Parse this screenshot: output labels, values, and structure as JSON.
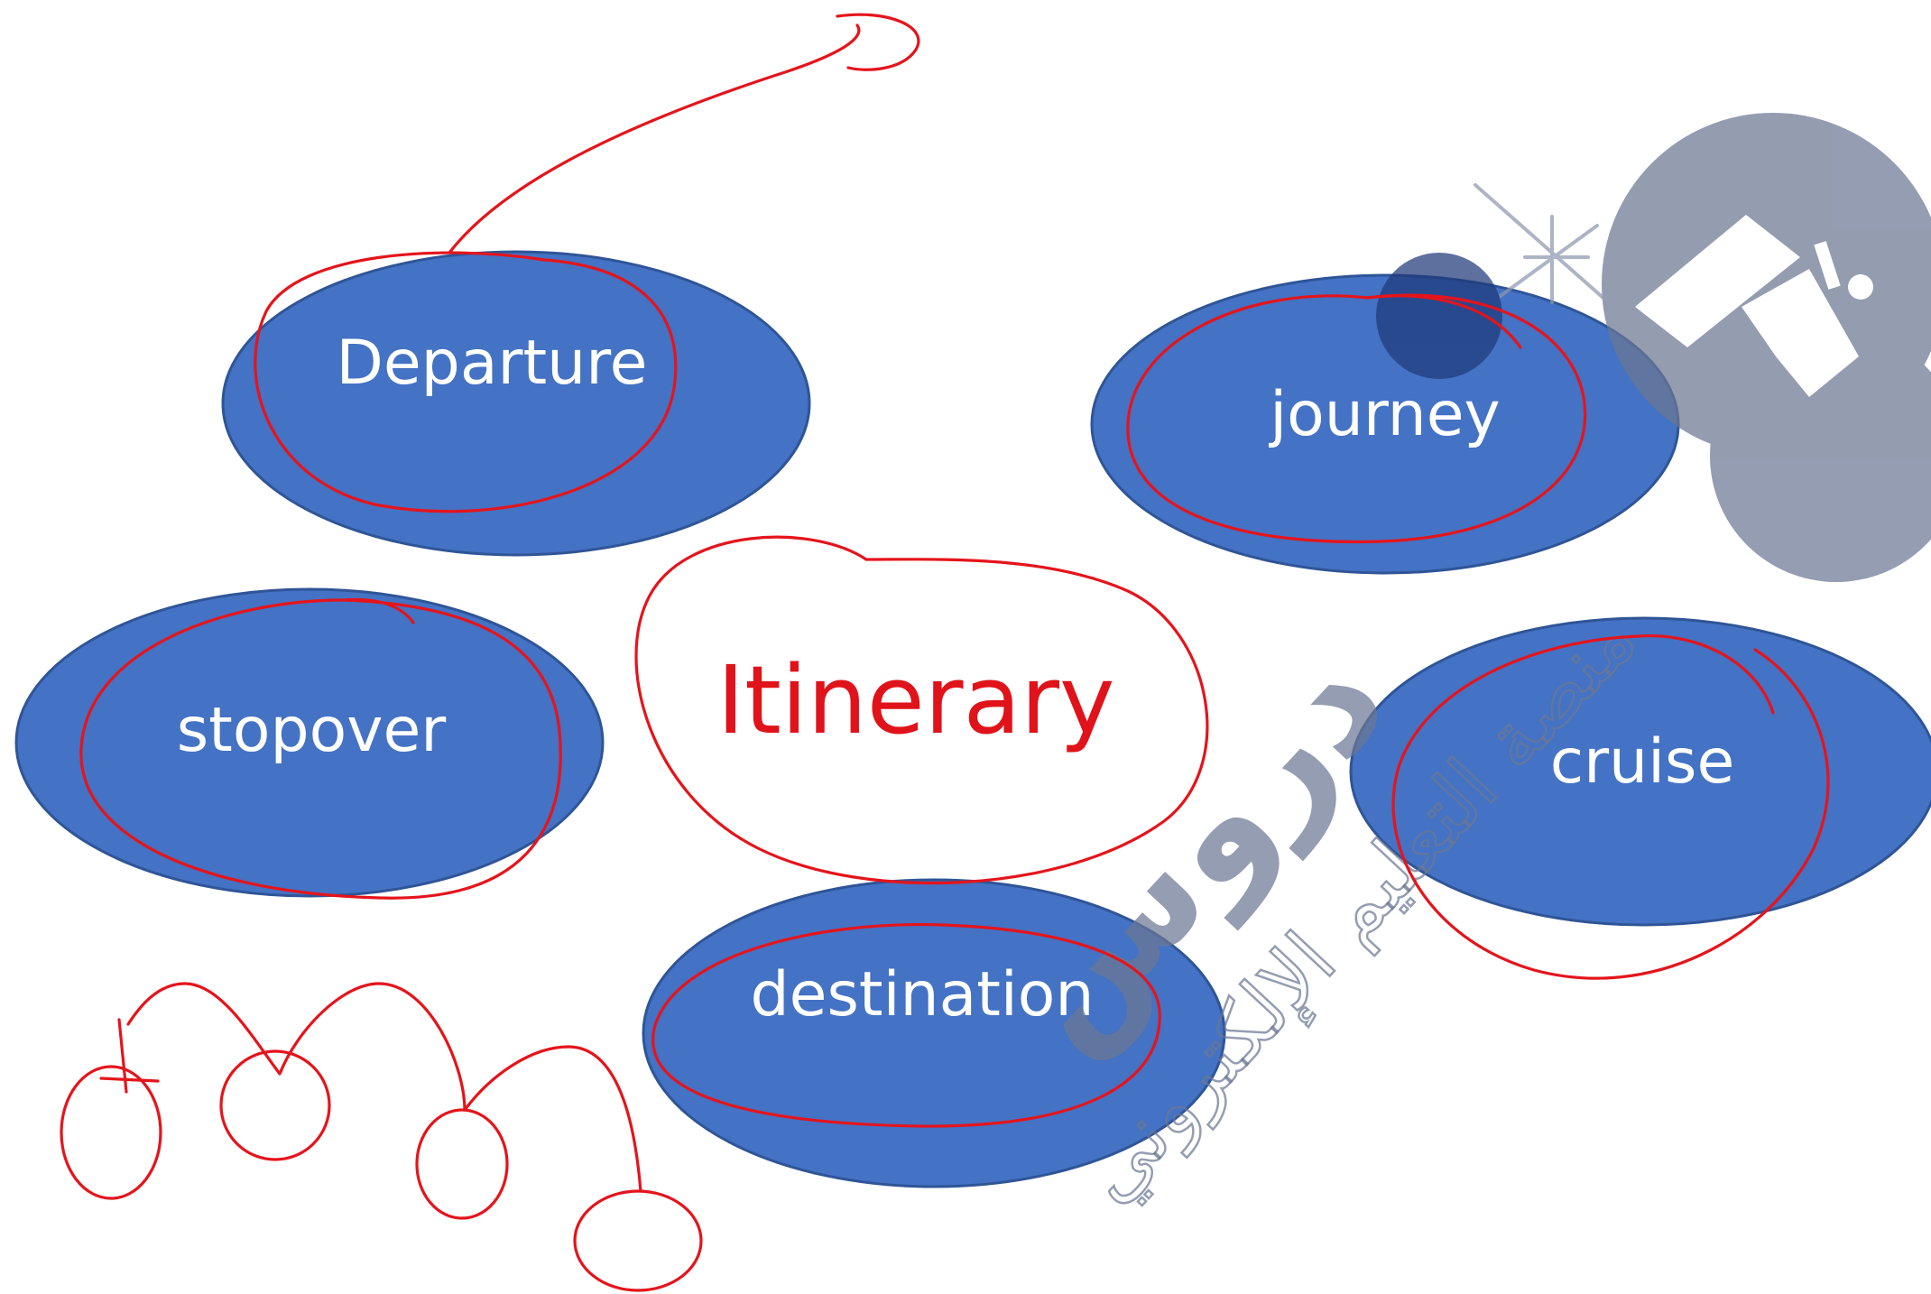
{
  "diagram": {
    "center": {
      "label": "Itinerary"
    },
    "nodes": [
      {
        "id": "departure",
        "label": "Departure"
      },
      {
        "id": "journey",
        "label": "journey"
      },
      {
        "id": "stopover",
        "label": "stopover"
      },
      {
        "id": "cruise",
        "label": "cruise"
      },
      {
        "id": "destination",
        "label": "destination"
      }
    ]
  },
  "watermark": {
    "brand": "دروس",
    "tagline": "منصة التعليم الإلكتروني"
  },
  "colors": {
    "node_fill": "#4472c4",
    "node_stroke": "#2f5597",
    "annotation_red": "#e5141b",
    "watermark_gray": "#6b7793",
    "background": "#ffffff"
  }
}
